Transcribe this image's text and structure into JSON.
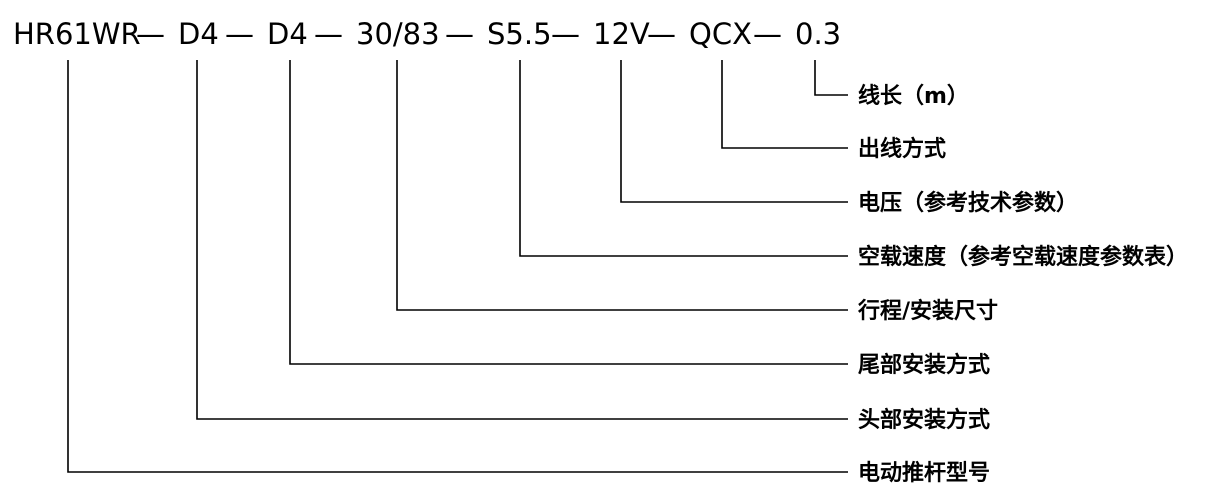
{
  "model_code": {
    "segments": [
      {
        "text": "HR61WR"
      },
      {
        "text": "D4"
      },
      {
        "text": "D4"
      },
      {
        "text": "30/83"
      },
      {
        "text": "S5.5"
      },
      {
        "text": "12V"
      },
      {
        "text": "QCX"
      },
      {
        "text": "0.3"
      }
    ],
    "separators": [
      "—",
      "—",
      "—",
      "—",
      "—",
      "—",
      "—"
    ]
  },
  "labels": [
    {
      "text": "线长（m）"
    },
    {
      "text": "出线方式"
    },
    {
      "text": "电压（参考技术参数）"
    },
    {
      "text": "空载速度（参考空载速度参数表）"
    },
    {
      "text": "行程/安装尺寸"
    },
    {
      "text": "尾部安装方式"
    },
    {
      "text": "头部安装方式"
    },
    {
      "text": "电动推杆型号"
    }
  ]
}
